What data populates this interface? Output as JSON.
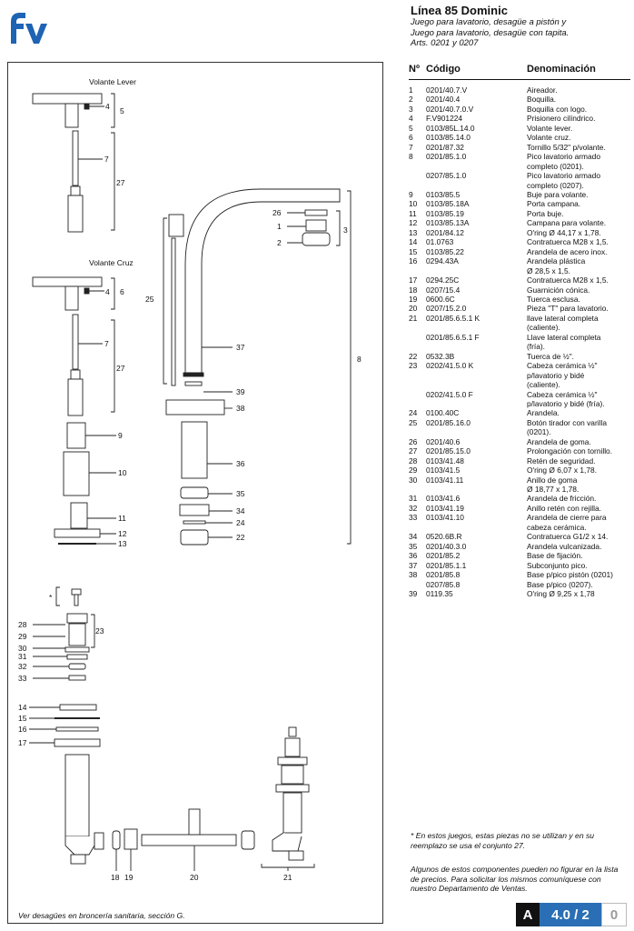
{
  "brand": {
    "logo_text": "fv",
    "logo_color": "#1e63b4"
  },
  "header": {
    "title": "Línea 85 Dominic",
    "subtitle_1": "Juego para lavatorio, desagüe a pistón y",
    "subtitle_2": "Juego para lavatorio, desagüe con tapita.",
    "subtitle_3": "Arts. 0201 y 0207"
  },
  "diagram": {
    "label_lever": "Volante Lever",
    "label_cross": "Volante Cruz",
    "labels": {
      "n1": "1",
      "n2": "2",
      "n3": "3",
      "n4a": "4",
      "n4b": "4",
      "n5": "5",
      "n6": "6",
      "n7a": "7",
      "n7b": "7",
      "n8": "8",
      "n9": "9",
      "n10": "10",
      "n11": "11",
      "n12": "12",
      "n13": "13",
      "n14": "14",
      "n15": "15",
      "n16": "16",
      "n17": "17",
      "n18": "18",
      "n19": "19",
      "n20": "20",
      "n21": "21",
      "n22": "22",
      "n23": "23",
      "n24": "24",
      "n25": "25",
      "n26": "26",
      "n27a": "27",
      "n27b": "27",
      "n28": "28",
      "n29": "29",
      "n30": "30",
      "n31": "31",
      "n32": "32",
      "n33": "33",
      "n34": "34",
      "n35": "35",
      "n36": "36",
      "n37": "37",
      "n38": "38",
      "n39": "39",
      "star": "*"
    }
  },
  "table": {
    "col_no": "Nº",
    "col_code": "Código",
    "col_desc": "Denominación",
    "rows": [
      {
        "n": "1",
        "c": "0201/40.7.V",
        "d": "Aireador."
      },
      {
        "n": "2",
        "c": "0201/40.4",
        "d": "Boquilla."
      },
      {
        "n": "3",
        "c": "0201/40.7.0.V",
        "d": "Boquilla con logo."
      },
      {
        "n": "4",
        "c": "F.V901224",
        "d": "Prisionero cilíndrico."
      },
      {
        "n": "5",
        "c": "0103/85L.14.0",
        "d": "Volante lever."
      },
      {
        "n": "6",
        "c": "0103/85.14.0",
        "d": "Volante cruz."
      },
      {
        "n": "7",
        "c": "0201/87.32",
        "d": "Tornillo 5/32\" p/volante."
      },
      {
        "n": "8",
        "c": "0201/85.1.0",
        "d": "Pico lavatorio armado\ncompleto (0201)."
      },
      {
        "n": "",
        "c": "0207/85.1.0",
        "d": "Pico lavatorio armado\ncompleto (0207)."
      },
      {
        "n": "9",
        "c": "0103/85.5",
        "d": "Buje para volante."
      },
      {
        "n": "10",
        "c": "0103/85.18A",
        "d": "Porta campana."
      },
      {
        "n": "11",
        "c": "0103/85.19",
        "d": "Porta buje."
      },
      {
        "n": "12",
        "c": "0103/85.13A",
        "d": "Campana para volante."
      },
      {
        "n": "13",
        "c": "0201/84.12",
        "d": "O'ring Ø 44,17 x 1,78."
      },
      {
        "n": "14",
        "c": "01.0763",
        "d": "Contratuerca M28 x 1,5."
      },
      {
        "n": "15",
        "c": "0103/85.22",
        "d": "Arandela de acero inox."
      },
      {
        "n": "16",
        "c": "0294.43A",
        "d": "Arandela plástica\nØ 28,5 x 1,5."
      },
      {
        "n": "17",
        "c": "0294.25C",
        "d": "Contratuerca M28 x 1,5."
      },
      {
        "n": "18",
        "c": "0207/15.4",
        "d": "Guarnición cónica."
      },
      {
        "n": "19",
        "c": "0600.6C",
        "d": "Tuerca esclusa."
      },
      {
        "n": "20",
        "c": "0207/15.2.0",
        "d": "Pieza \"T\" para lavatorio."
      },
      {
        "n": "21",
        "c": "0201/85.6.5.1 K",
        "d": "llave lateral completa\n(caliente)."
      },
      {
        "n": "",
        "c": "0201/85.6.5.1 F",
        "d": "Llave lateral completa\n(fría)."
      },
      {
        "n": "22",
        "c": "0532.3B",
        "d": "Tuerca de ½\"."
      },
      {
        "n": "23",
        "c": "0202/41.5.0 K",
        "d": "Cabeza cerámica ½\"\np/lavatorio y bidé\n(caliente)."
      },
      {
        "n": "",
        "c": "0202/41.5.0 F",
        "d": "Cabeza cerámica ½\"\np/lavatorio y bidé (fría)."
      },
      {
        "n": "24",
        "c": "0100.40C",
        "d": "Arandela."
      },
      {
        "n": "25",
        "c": "0201/85.16.0",
        "d": "Botón tirador con varilla\n(0201)."
      },
      {
        "n": "26",
        "c": "0201/40.6",
        "d": "Arandela de goma."
      },
      {
        "n": "27",
        "c": "0201/85.15.0",
        "d": "Prolongación con tornillo."
      },
      {
        "n": "28",
        "c": "0103/41.48",
        "d": "Retén de seguridad."
      },
      {
        "n": "29",
        "c": "0103/41.5",
        "d": "O'ring Ø 6,07 x 1,78."
      },
      {
        "n": "30",
        "c": "0103/41.11",
        "d": "Anillo de goma\nØ 18,77 x 1,78."
      },
      {
        "n": "31",
        "c": "0103/41.6",
        "d": "Arandela de fricción."
      },
      {
        "n": "32",
        "c": "0103/41.19",
        "d": "Anillo retén con rejilla."
      },
      {
        "n": "33",
        "c": "0103/41.10",
        "d": "Arandela de cierre para\ncabeza cerámica."
      },
      {
        "n": "34",
        "c": "0520.6B.R",
        "d": "Contratuerca G1/2 x 14."
      },
      {
        "n": "35",
        "c": "0201/40.3.0",
        "d": "Arandela vulcanizada."
      },
      {
        "n": "36",
        "c": "0201/85.2",
        "d": "Base de fijación."
      },
      {
        "n": "37",
        "c": "0201/85.1.1",
        "d": "Subconjunto pico."
      },
      {
        "n": "38",
        "c": "0201/85.8\n0207/85.8",
        "d": "Base p/pico pistón (0201)\nBase p/pico (0207)."
      },
      {
        "n": "39",
        "c": "0119.35",
        "d": "O'ring Ø 9,25 x 1,78"
      }
    ]
  },
  "footnote_1": "* En estos juegos, estas piezas no se utilizan y en su reemplazo se usa el conjunto 27.",
  "footnote_2": "Algunos de estos componentes pueden no figurar en la lista de precios. Para solicitar los mismos comuníquese con nuestro Departamento de Ventas.",
  "bottom_note": "Ver desagües en broncería sanitaria, sección G.",
  "page_id": {
    "section": "A",
    "page": "4.0 / 2",
    "rev": "0"
  }
}
